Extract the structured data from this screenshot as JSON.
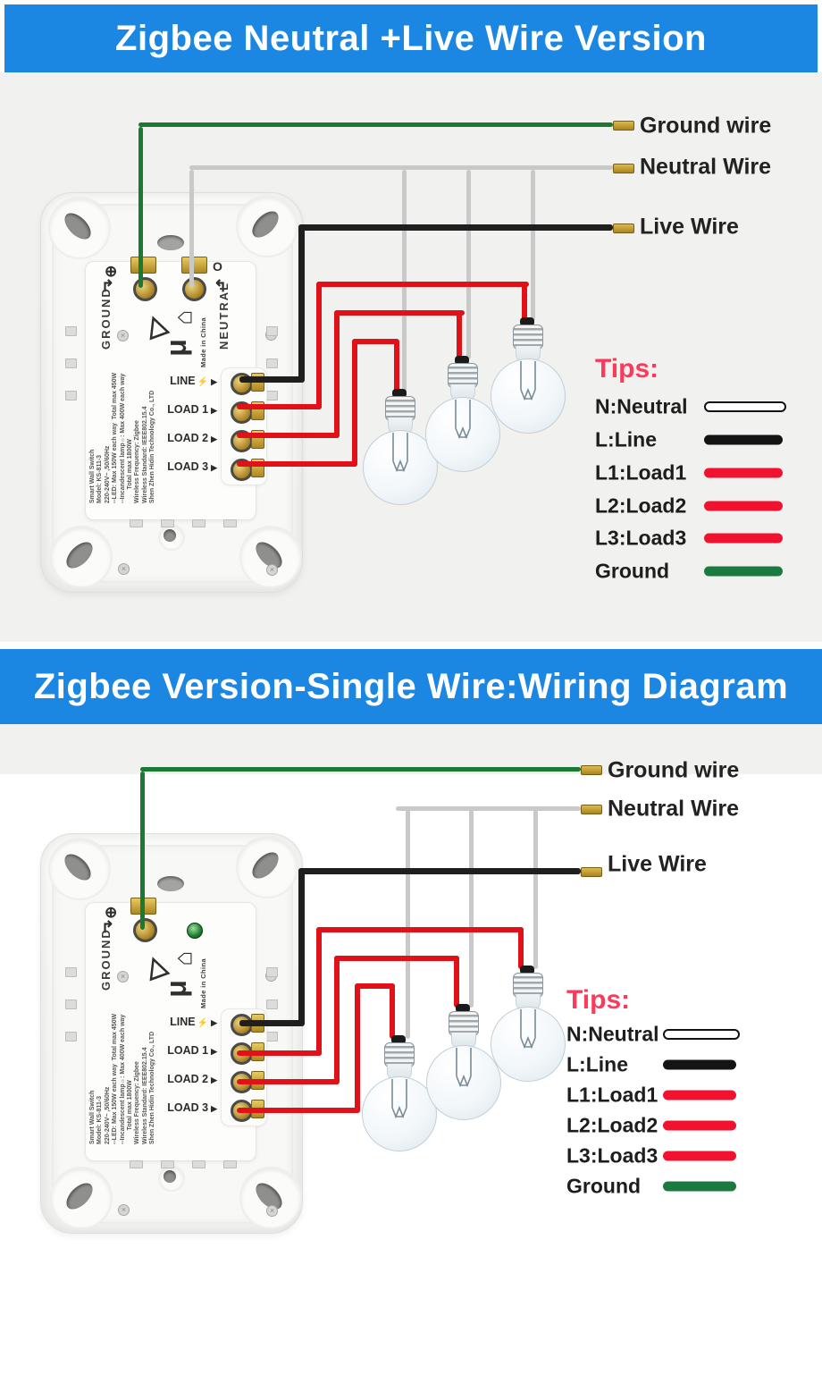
{
  "banners": [
    {
      "text": "Zigbee Neutral +Live Wire Version"
    },
    {
      "text": "Zigbee Version-Single Wire:Wiring Diagram"
    }
  ],
  "wire_labels": {
    "ground": "Ground wire",
    "neutral": "Neutral Wire",
    "live": "Live Wire"
  },
  "tips": {
    "title": "Tips:",
    "items": [
      {
        "label": "N:Neutral",
        "swatch": "neutral"
      },
      {
        "label": "L:Line",
        "swatch": "line"
      },
      {
        "label": "L1:Load1",
        "swatch": "load"
      },
      {
        "label": "L2:Load2",
        "swatch": "load"
      },
      {
        "label": "L3:Load3",
        "swatch": "load"
      },
      {
        "label": "Ground",
        "swatch": "ground"
      }
    ]
  },
  "device": {
    "ground_label": "GROUND",
    "neutral_label": "NEUTRAL",
    "made_in": "Made in China",
    "mu_mark": "μ",
    "ground_symbol": "⊕",
    "neutral_symbol": "O",
    "cert_triangle": "△",
    "cert_house": "⌂",
    "terminals": [
      {
        "label": "LINE",
        "icon": "⚡"
      },
      {
        "label": "LOAD 1"
      },
      {
        "label": "LOAD 2"
      },
      {
        "label": "LOAD 3"
      }
    ],
    "specs": [
      "Smart Wall Switch",
      "Model: KS-811-3",
      "220-240V~ ,50/60Hz",
      "--LED: Max 150W each way  Total max 450W",
      "--Incandescent lamp☼: Max 400W each way",
      "        Total max 1800W",
      "Wireless Frequency: Zigbee",
      "Wireless Standard: IEEE802.15.4",
      "Shen Zhen Hidin Technology Co., LTD"
    ]
  },
  "colors": {
    "banner_blue": "#1b87e2",
    "panel_gray": "#f1f1ef",
    "wire_green": "#1a7a33",
    "wire_neutral": "#c9c9c9",
    "wire_black": "#1f1f1f",
    "wire_red": "#e01119",
    "legend_red": "#f0122f",
    "legend_green": "#1a7a40",
    "legend_black": "#141414",
    "tips_pink": "#fb3a5c",
    "text_dark": "#222222"
  }
}
